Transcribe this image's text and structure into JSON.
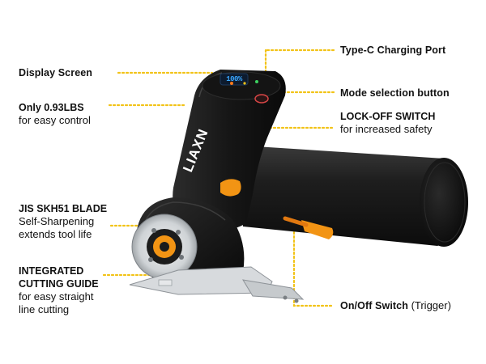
{
  "brand": {
    "logo_text": "LIAXN"
  },
  "display": {
    "readout": "100%"
  },
  "callouts": {
    "display_screen": "Display Screen",
    "weight_title": "Only 0.93LBS",
    "weight_sub": "for easy control",
    "type_c": "Type-C Charging Port",
    "mode_button": "Mode selection button",
    "lock_title": "LOCK-OFF SWITCH",
    "lock_sub": "for increased safety",
    "blade_title": "JIS SKH51 BLADE",
    "blade_sub1": "Self-Sharpening",
    "blade_sub2": "extends tool life",
    "guide_title1": "INTEGRATED",
    "guide_title2": "CUTTING GUIDE",
    "guide_sub1": "for easy straight",
    "guide_sub2": "line cutting",
    "onoff_title": "On/Off Switch",
    "onoff_sub": "(Trigger)"
  },
  "colors": {
    "tool_body": "#1a1a1a",
    "accent_orange": "#f29414",
    "leader_yellow": "#f2c318",
    "display_blue": "#3aa7ff"
  }
}
